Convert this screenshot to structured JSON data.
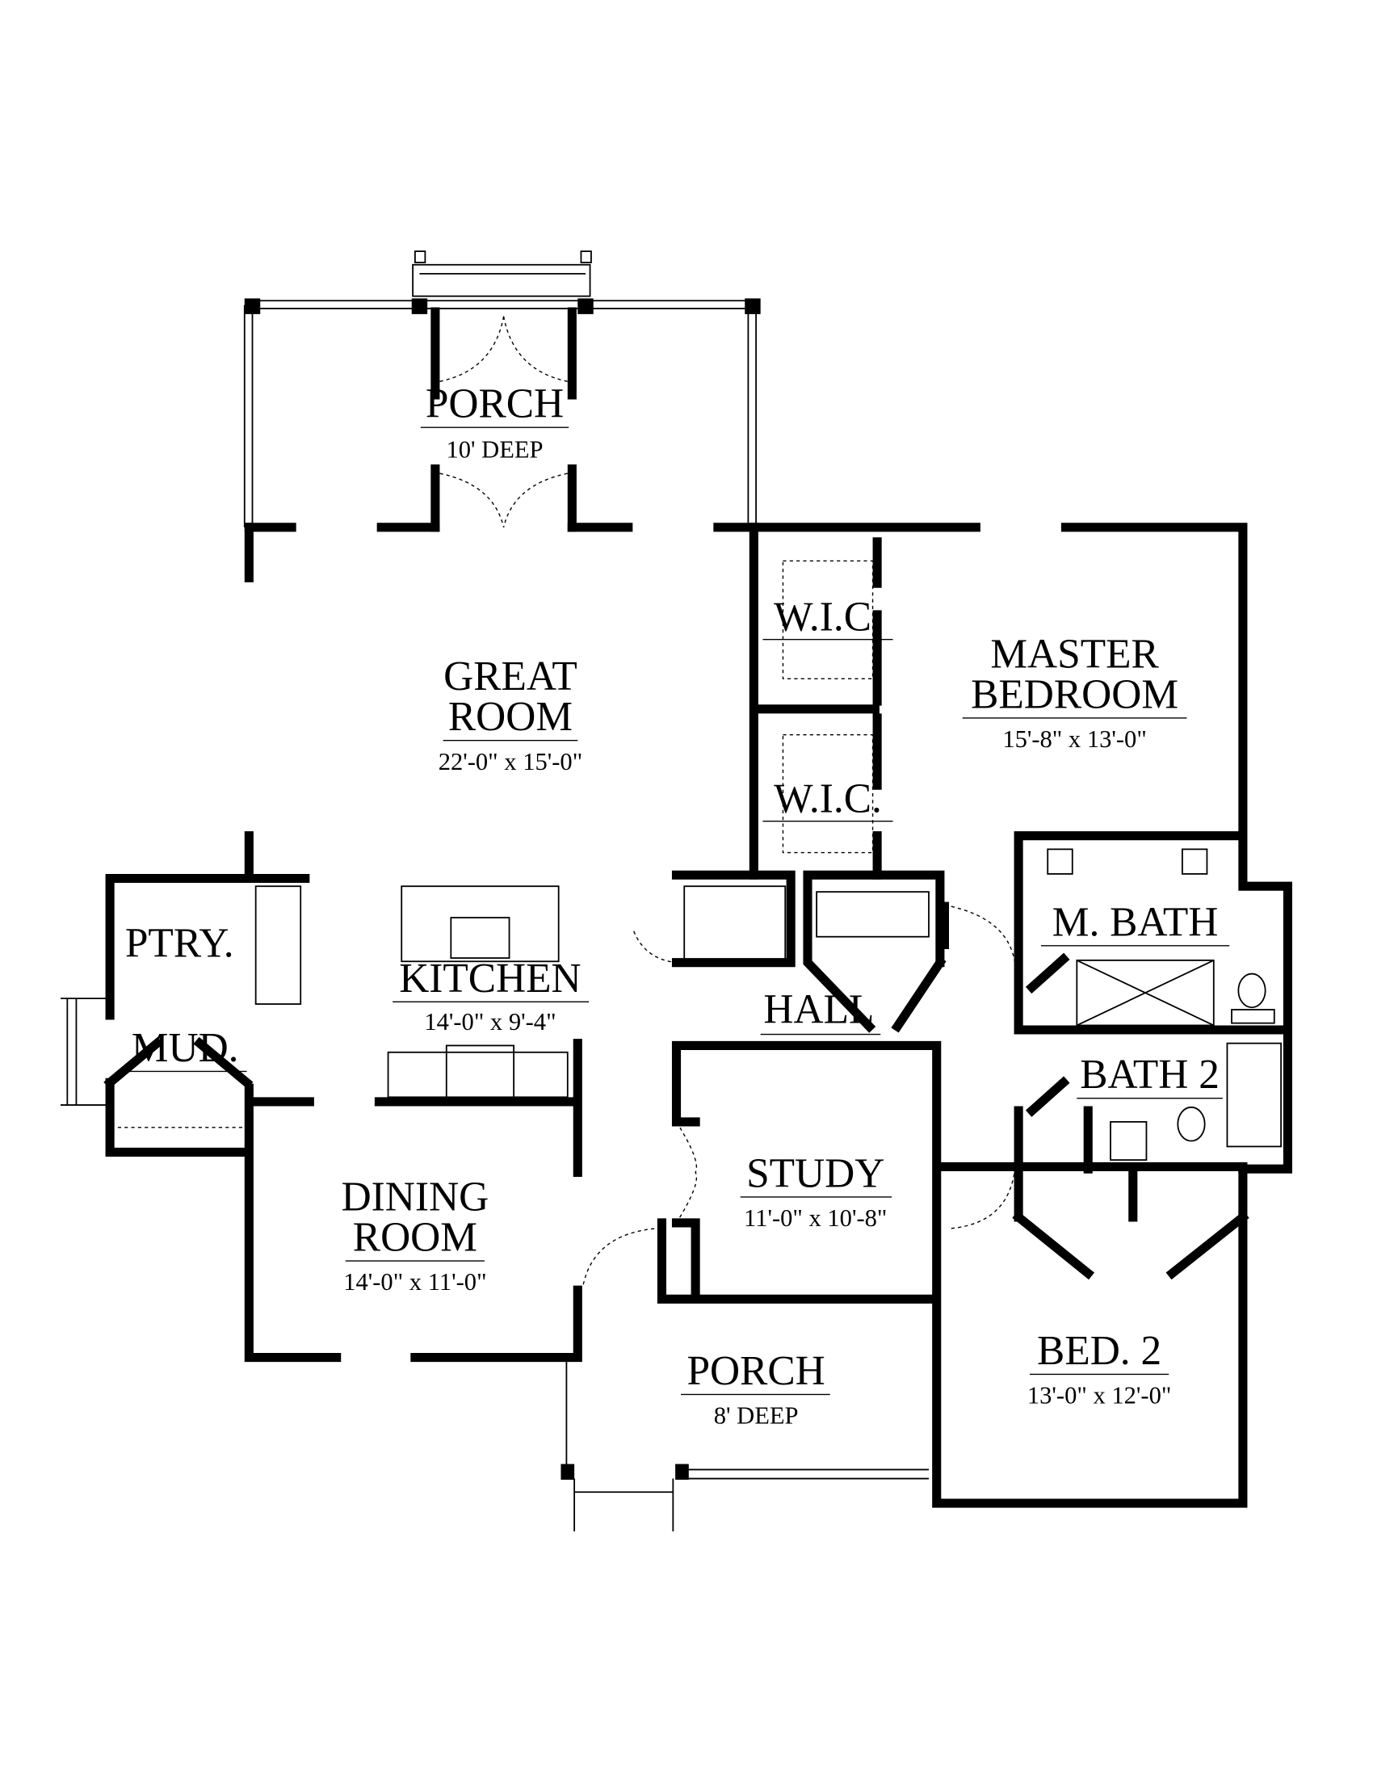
{
  "rooms": {
    "porch_rear": {
      "name": "PORCH",
      "dim": "10' DEEP"
    },
    "great_room": {
      "name1": "GREAT",
      "name2": "ROOM",
      "dim": "22'-0\" x 15'-0\""
    },
    "wic1": {
      "name": "W.I.C."
    },
    "wic2": {
      "name": "W.I.C."
    },
    "master": {
      "name1": "MASTER",
      "name2": "BEDROOM",
      "dim": "15'-8\" x 13'-0\""
    },
    "ptry": {
      "name": "PTRY."
    },
    "kitchen": {
      "name": "KITCHEN",
      "dim": "14'-0\" x 9'-4\""
    },
    "hall": {
      "name": "HALL"
    },
    "mbath": {
      "name": "M. BATH"
    },
    "mud": {
      "name": "MUD."
    },
    "bath2": {
      "name": "BATH 2"
    },
    "study": {
      "name": "STUDY",
      "dim": "11'-0\" x 10'-8\""
    },
    "dining": {
      "name1": "DINING",
      "name2": "ROOM",
      "dim": "14'-0\" x 11'-0\""
    },
    "porch_front": {
      "name": "PORCH",
      "dim": "8' DEEP"
    },
    "bed2": {
      "name": "BED. 2",
      "dim": "13'-0\" x 12'-0\""
    }
  }
}
